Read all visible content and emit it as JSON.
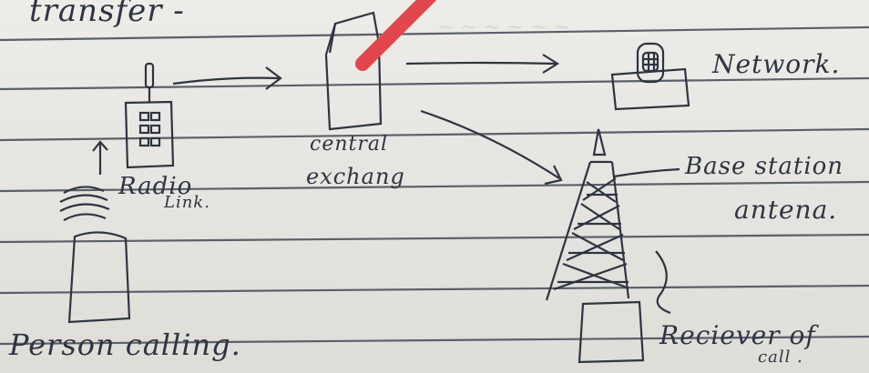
{
  "diagram": {
    "title": "transfer -",
    "labels": {
      "radio_link_line1": "Radio",
      "radio_link_line2": "Link.",
      "central_line1": "central",
      "central_line2": "exchang",
      "network": "Network.",
      "base_line1": "Base station",
      "base_line2": "antena.",
      "person_calling": "Person calling.",
      "receiver_line1": "Reciever of",
      "receiver_line2": "call ."
    },
    "colors": {
      "paper": "#e7e6e1",
      "rule_line": "#5b5f68",
      "ink": "#2e3440",
      "pen_accent": "#e2474e"
    },
    "icons": [
      "mobile-phone-icon",
      "radio-waves-icon",
      "exchange-box-icon",
      "network-device-icon",
      "antenna-tower-icon",
      "person-box-icon",
      "receiver-box-icon"
    ]
  }
}
